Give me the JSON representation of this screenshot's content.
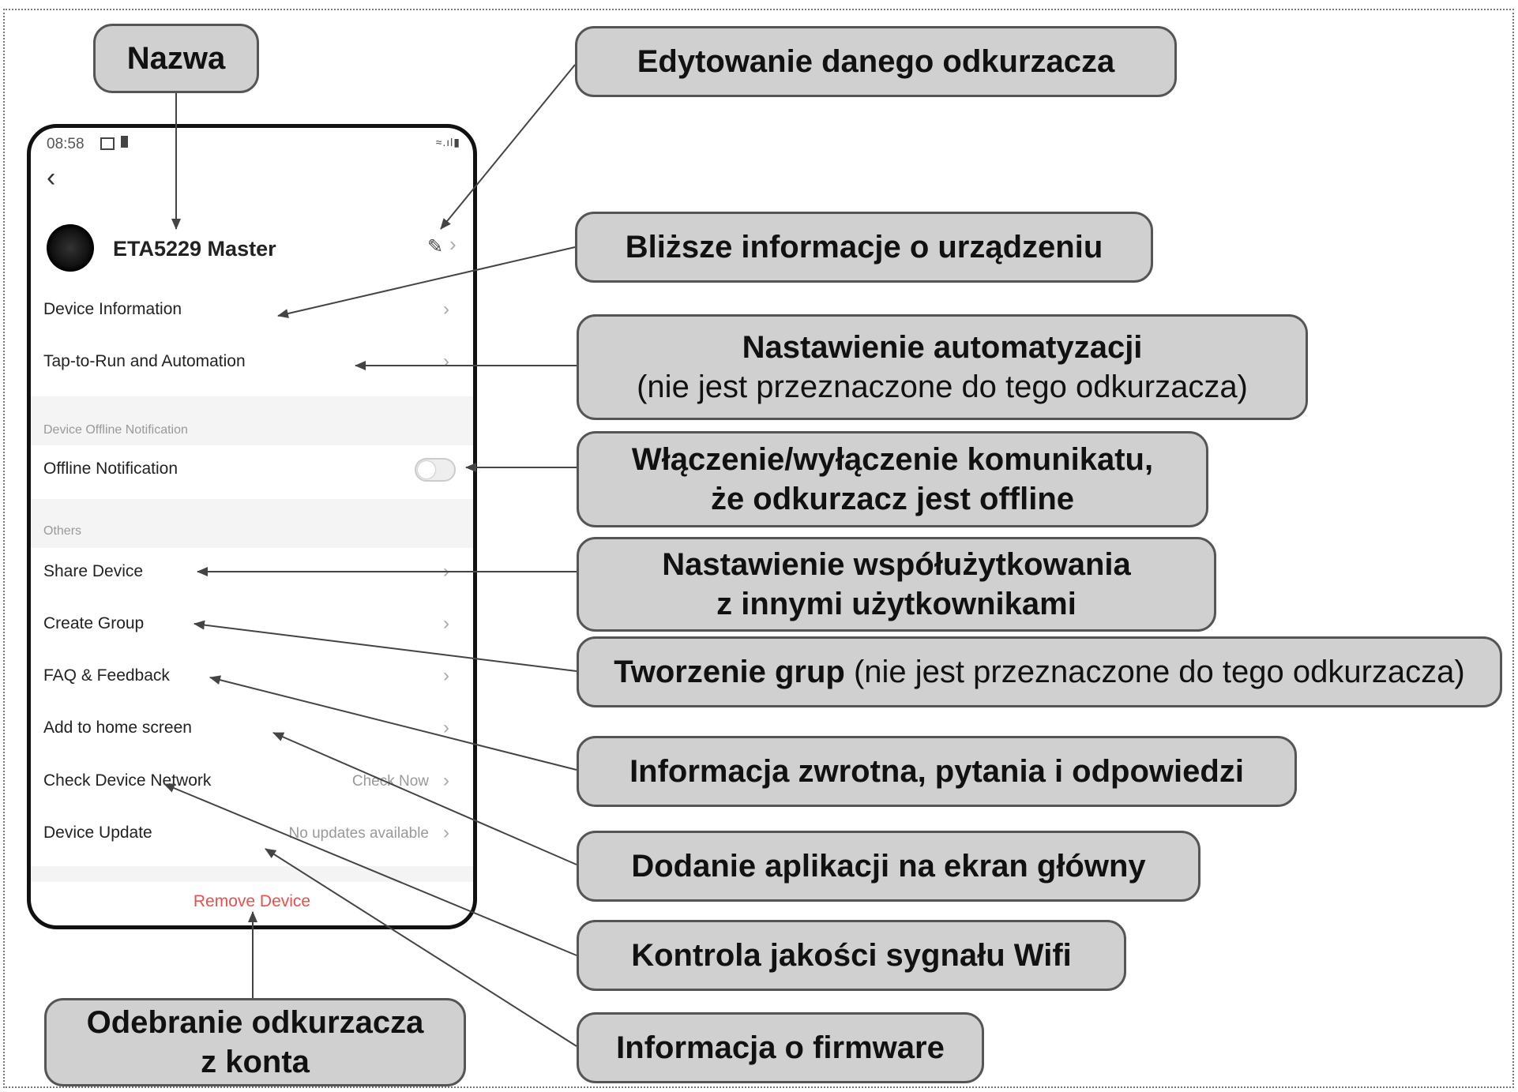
{
  "phone": {
    "status_time": "08:58",
    "back_icon": "chevron-left-icon",
    "device_name": "ETA5229 Master",
    "items": {
      "device_information": "Device Information",
      "tap_to_run": "Tap-to-Run and Automation",
      "section_offline": "Device Offline Notification",
      "offline_notification": "Offline Notification",
      "section_others": "Others",
      "share_device": "Share Device",
      "create_group": "Create Group",
      "faq_feedback": "FAQ & Feedback",
      "add_home_screen": "Add to home screen",
      "check_network": "Check Device Network",
      "check_network_value": "Check Now",
      "device_update": "Device Update",
      "device_update_value": "No updates available",
      "remove_device": "Remove Device"
    },
    "offline_toggle_on": false,
    "remove_color": "#e8504a"
  },
  "callouts": {
    "nazwa": "Nazwa",
    "edit": "Edytowanie danego odkurzacza",
    "info": "Bliższe informacje o urządzeniu",
    "automation_title": "Nastawienie automatyzacji",
    "automation_note": "(nie jest przeznaczone do tego odkurzacza)",
    "offline_line1": "Włączenie/wyłączenie komunikatu,",
    "offline_line2": "że odkurzacz jest offline",
    "share_line1": "Nastawienie współużytkowania",
    "share_line2": "z innymi użytkownikami",
    "group_title": "Tworzenie grup",
    "group_note": " (nie jest przeznaczone do tego odkurzacza)",
    "faq": "Informacja zwrotna, pytania i odpowiedzi",
    "home": "Dodanie aplikacji na ekran główny",
    "network": "Kontrola jakości sygnału Wifi",
    "firmware": "Informacja o firmware",
    "remove_line1": "Odebranie odkurzacza",
    "remove_line2": "z konta"
  },
  "colors": {
    "callout_fill": "#d0d0d0",
    "callout_border": "#555555",
    "arrow": "#444444"
  }
}
